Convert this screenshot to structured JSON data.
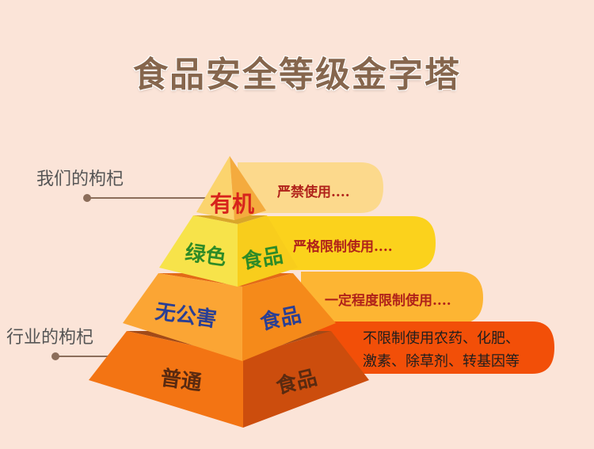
{
  "title": "食品安全等级金字塔",
  "labels": {
    "ours": "我们的枸杞",
    "industry": "行业的枸杞"
  },
  "tiers": [
    {
      "left": "有机",
      "right": "",
      "description": "严禁使用....",
      "color": "#f7c35a",
      "band_color": "#fcd88a",
      "text_color": "#d7231c"
    },
    {
      "left": "绿色",
      "right": "食品",
      "description": "严格限制使用....",
      "color": "#f7d22f",
      "band_color": "#fbd31e",
      "text_color": "#2e8b27"
    },
    {
      "left": "无公害",
      "right": "食品",
      "description": "一定程度限制使用....",
      "color": "#fca124",
      "band_color": "#fdb432",
      "text_color": "#2a3f94"
    },
    {
      "left": "普通",
      "right": "食品",
      "description_line1": "不限制使用农药、化肥、",
      "description_line2": "激素、除草剂、转基因等",
      "color": "#f36b12",
      "band_color": "#f35b0c",
      "text_color": "#5a2a10"
    }
  ]
}
